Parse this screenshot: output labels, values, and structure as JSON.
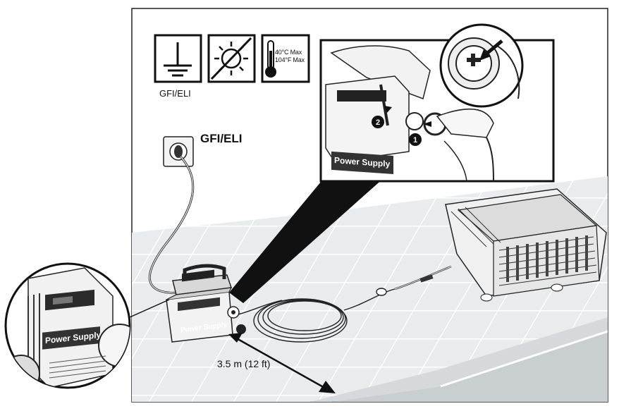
{
  "labels": {
    "gfi_icon_caption": "GFI/ELI",
    "gfi_outlet": "GFI/ELI",
    "cable_length": "3.5 m (12 ft)",
    "temp_max_c": "40°C Max",
    "temp_max_f": "104°F Max",
    "power_supply": "Power Supply",
    "step_1": "1",
    "step_2": "2"
  },
  "icons": [
    "ground-symbol-icon",
    "no-sun-icon",
    "thermometer-icon"
  ]
}
